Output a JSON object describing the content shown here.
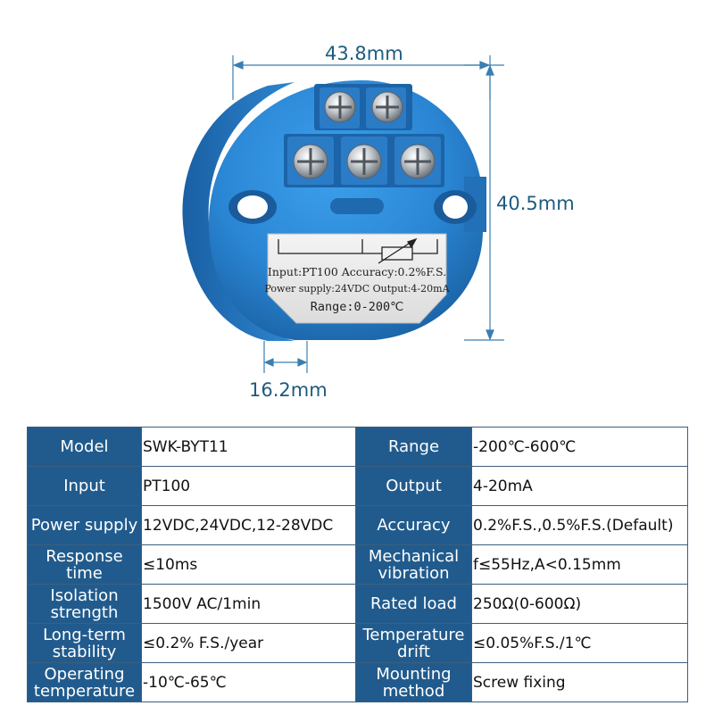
{
  "dimensions": {
    "width": "43.8mm",
    "height": "40.5mm",
    "depth": "16.2mm"
  },
  "label_plate": {
    "line1": "Input:PT100 Accuracy:0.2%F.S.",
    "line2": "Power supply:24VDC  Output:4-20mA",
    "line3": "Range:0-200℃"
  },
  "colors": {
    "housing_blue": "#2a86d4",
    "table_header_blue": "#215b8d",
    "dimension_text": "#1d5c7e"
  },
  "specs": {
    "rows": [
      {
        "k1": "Model",
        "v1": "SWK-BYT11",
        "k2": "Range",
        "v2": "-200℃-600℃"
      },
      {
        "k1": "Input",
        "v1": "PT100",
        "k2": "Output",
        "v2": "4-20mA"
      },
      {
        "k1": "Power supply",
        "v1": "12VDC,24VDC,12-28VDC",
        "k2": "Accuracy",
        "v2": "0.2%F.S.,0.5%F.S.(Default)"
      },
      {
        "k1": "Response time",
        "v1": "≤10ms",
        "k2": "Mechanical vibration",
        "v2": "f≤55Hz,A<0.15mm"
      },
      {
        "k1": "Isolation strength",
        "v1": "1500V AC/1min",
        "k2": "Rated load",
        "v2": "250Ω(0-600Ω)"
      },
      {
        "k1": "Long-term stability",
        "v1": "≤0.2% F.S./year",
        "k2": "Temperature drift",
        "v2": "≤0.05%F.S./1℃"
      },
      {
        "k1": "Operating temperature",
        "v1": "-10℃-65℃",
        "k2": "Mounting method",
        "v2": "Screw fixing"
      }
    ]
  }
}
